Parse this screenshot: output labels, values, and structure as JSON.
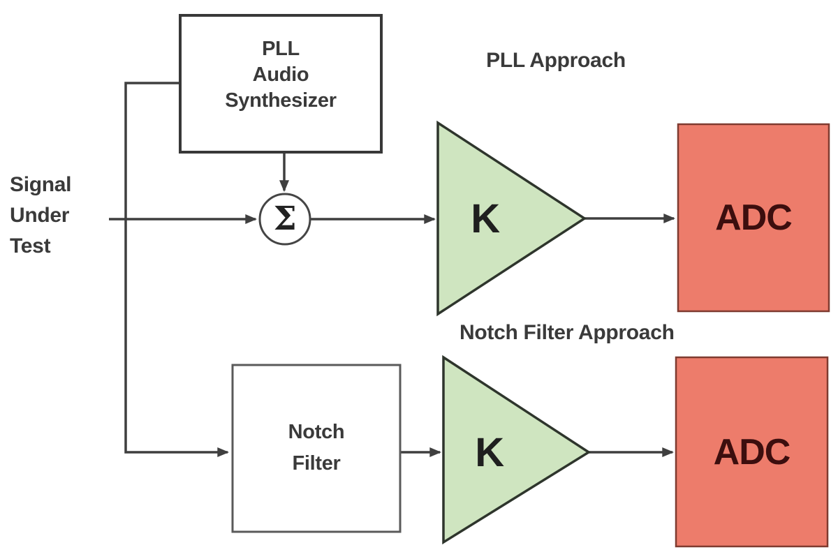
{
  "figure": {
    "type": "block-diagram",
    "background": "#ffffff"
  },
  "colors": {
    "wire": "#3f3f3f",
    "label_text": "#3a3a3a",
    "box_fill": "#ffffff",
    "box_stroke": "#3a3a3a",
    "amplifier_fill": "#cfe5c0",
    "amplifier_stroke": "#2e352c",
    "adc_fill": "#ed7c6b",
    "adc_stroke": "#7f3b30",
    "adc_text": "#3c0e0e"
  },
  "labels": {
    "signal_source": {
      "lines": [
        "Signal",
        "Under",
        "Test"
      ]
    },
    "pll_synth_box": {
      "lines": [
        "PLL",
        "Audio",
        "Synthesizer"
      ]
    },
    "pll_title": "PLL Approach",
    "notch_title": "Notch Filter Approach",
    "notch_box": {
      "lines": [
        "Notch",
        "Filter"
      ]
    },
    "summer_symbol": "Σ",
    "amp_top": "K",
    "amp_bottom": "K",
    "adc_top": "ADC",
    "adc_bottom": "ADC"
  }
}
